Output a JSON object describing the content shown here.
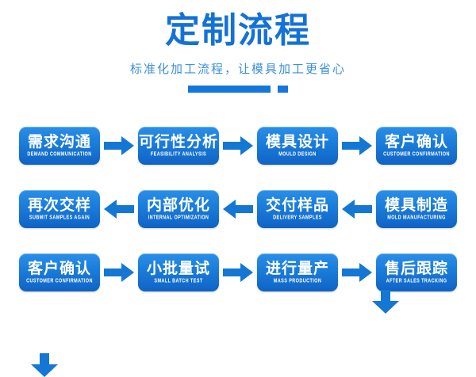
{
  "header": {
    "title": "定制流程",
    "subtitle": "标准化加工流程，让模具加工更省心",
    "accent_color": "#1477db",
    "title_color": "#1472d6",
    "subtitle_color": "#3b8fe0"
  },
  "flow": {
    "node_color_top": "#2a8fe8",
    "node_color_bottom": "#0f63c4",
    "arrow_color": "#1577d4",
    "rows": [
      {
        "direction": "right",
        "nodes": [
          {
            "zh": "需求沟通",
            "en": "DEMAND COMMUNICATION"
          },
          {
            "zh": "可行性分析",
            "en": "FEASIBILITY ANALYSIS"
          },
          {
            "zh": "模具设计",
            "en": "MOULD DESIGN"
          },
          {
            "zh": "客户确认",
            "en": "CUSTOMER CONFIRMATION"
          }
        ]
      },
      {
        "direction": "left",
        "nodes": [
          {
            "zh": "再次交样",
            "en": "SUBMIT SAMPLES AGAIN"
          },
          {
            "zh": "内部优化",
            "en": "INTERNAL OPTIMIZATION"
          },
          {
            "zh": "交付样品",
            "en": "DELIVERY SAMPLES"
          },
          {
            "zh": "模具制造",
            "en": "MOLD MANUFACTURING"
          }
        ]
      },
      {
        "direction": "right",
        "nodes": [
          {
            "zh": "客户确认",
            "en": "CUSTOMER CONFIRMATION"
          },
          {
            "zh": "小批量试",
            "en": "SMALL BATCH TEST"
          },
          {
            "zh": "进行量产",
            "en": "MASS PRODUCTION"
          },
          {
            "zh": "售后跟踪",
            "en": "AFTER SALES TRACKING"
          }
        ]
      }
    ],
    "connectors": [
      {
        "name": "row1-to-row2-connector",
        "side": "right",
        "direction": "down"
      },
      {
        "name": "row2-to-row3-connector",
        "side": "left",
        "direction": "down"
      }
    ]
  }
}
